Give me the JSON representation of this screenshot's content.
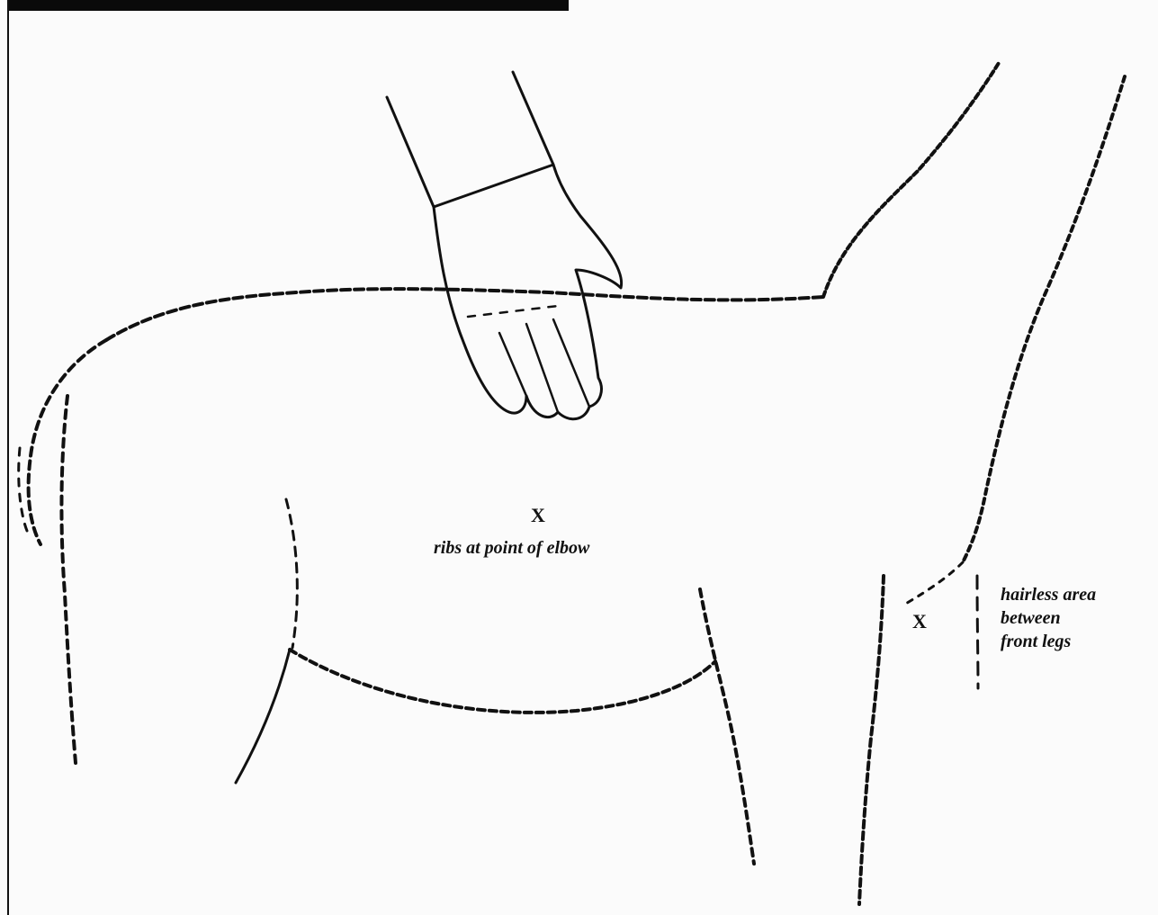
{
  "labels": {
    "ribs_marker": "X",
    "ribs_caption": "ribs at point of elbow",
    "hairless_marker": "X",
    "hairless_line1": "hairless area",
    "hairless_line2": "between",
    "hairless_line3": "front legs"
  },
  "colors": {
    "ink": "#111111",
    "background": "#fbfbfb",
    "header": "#0a0a0a"
  }
}
